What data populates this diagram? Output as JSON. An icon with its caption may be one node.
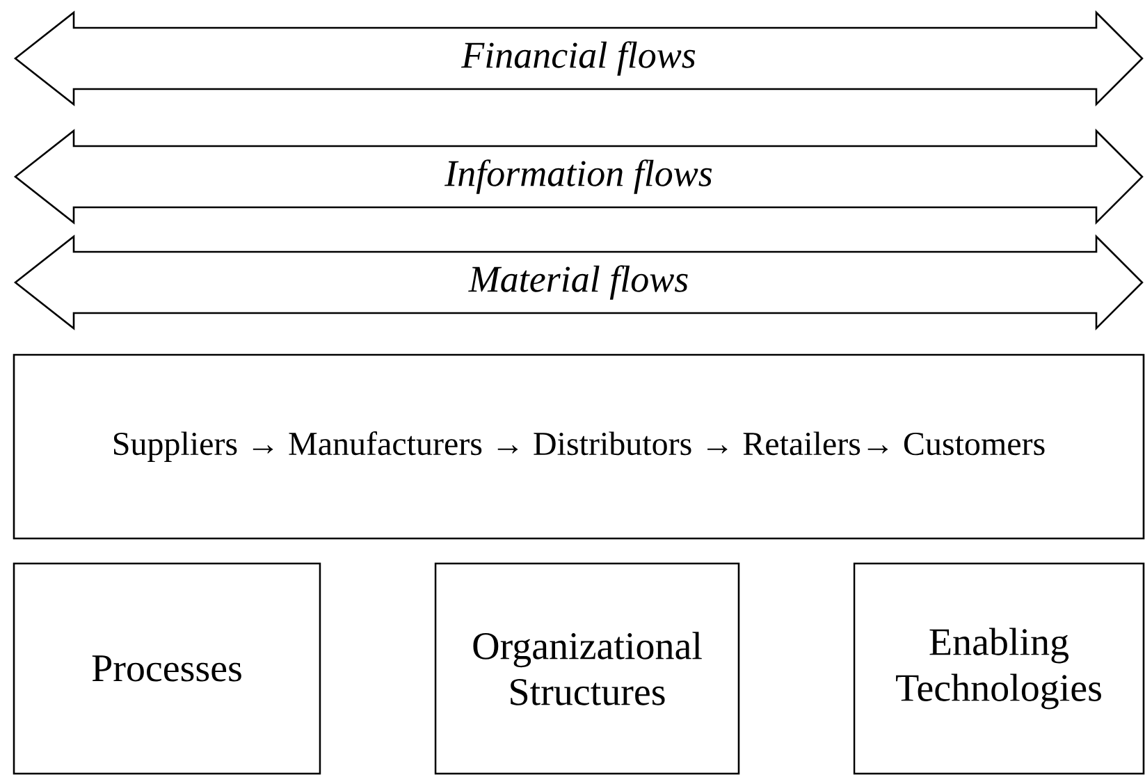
{
  "diagram": {
    "nodes": [
      {
        "text": [
          "Financial flows"
        ]
      },
      {
        "text": [
          "Information flows"
        ]
      },
      {
        "text": [
          "Material flows"
        ]
      },
      {
        "text": [
          "Suppliers → Manufacturers → Distributors → Retailers→ Customers"
        ]
      },
      {
        "text": [
          "Processes"
        ]
      },
      {
        "text": [
          "Organizational Structures"
        ]
      },
      {
        "text": [
          "Enabling Technologies"
        ]
      }
    ]
  }
}
